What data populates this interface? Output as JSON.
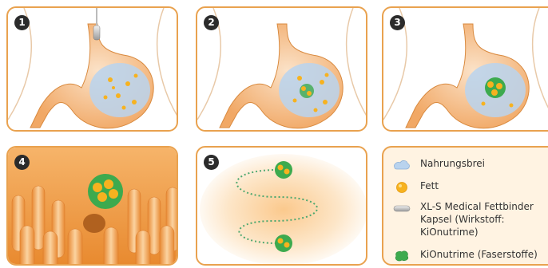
{
  "steps": [
    {
      "number": "1"
    },
    {
      "number": "2"
    },
    {
      "number": "3"
    },
    {
      "number": "4"
    },
    {
      "number": "5"
    }
  ],
  "legend": [
    {
      "icon": "chyme-icon",
      "label": "Nahrungsbrei"
    },
    {
      "icon": "fat-droplet-icon",
      "label": "Fett"
    },
    {
      "icon": "capsule-icon",
      "label": "XL-S Medical Fettbinder\nKapsel (Wirkstoff:\nKiOnutrime)"
    },
    {
      "icon": "fiber-icon",
      "label": "KiOnutrime (Faserstoffe)"
    }
  ],
  "colors": {
    "border": "#e9a24f",
    "stomach": "#f3b980",
    "chyme": "#b9d3ee",
    "fat": "#f7b21f",
    "fiber": "#3daa4e"
  }
}
